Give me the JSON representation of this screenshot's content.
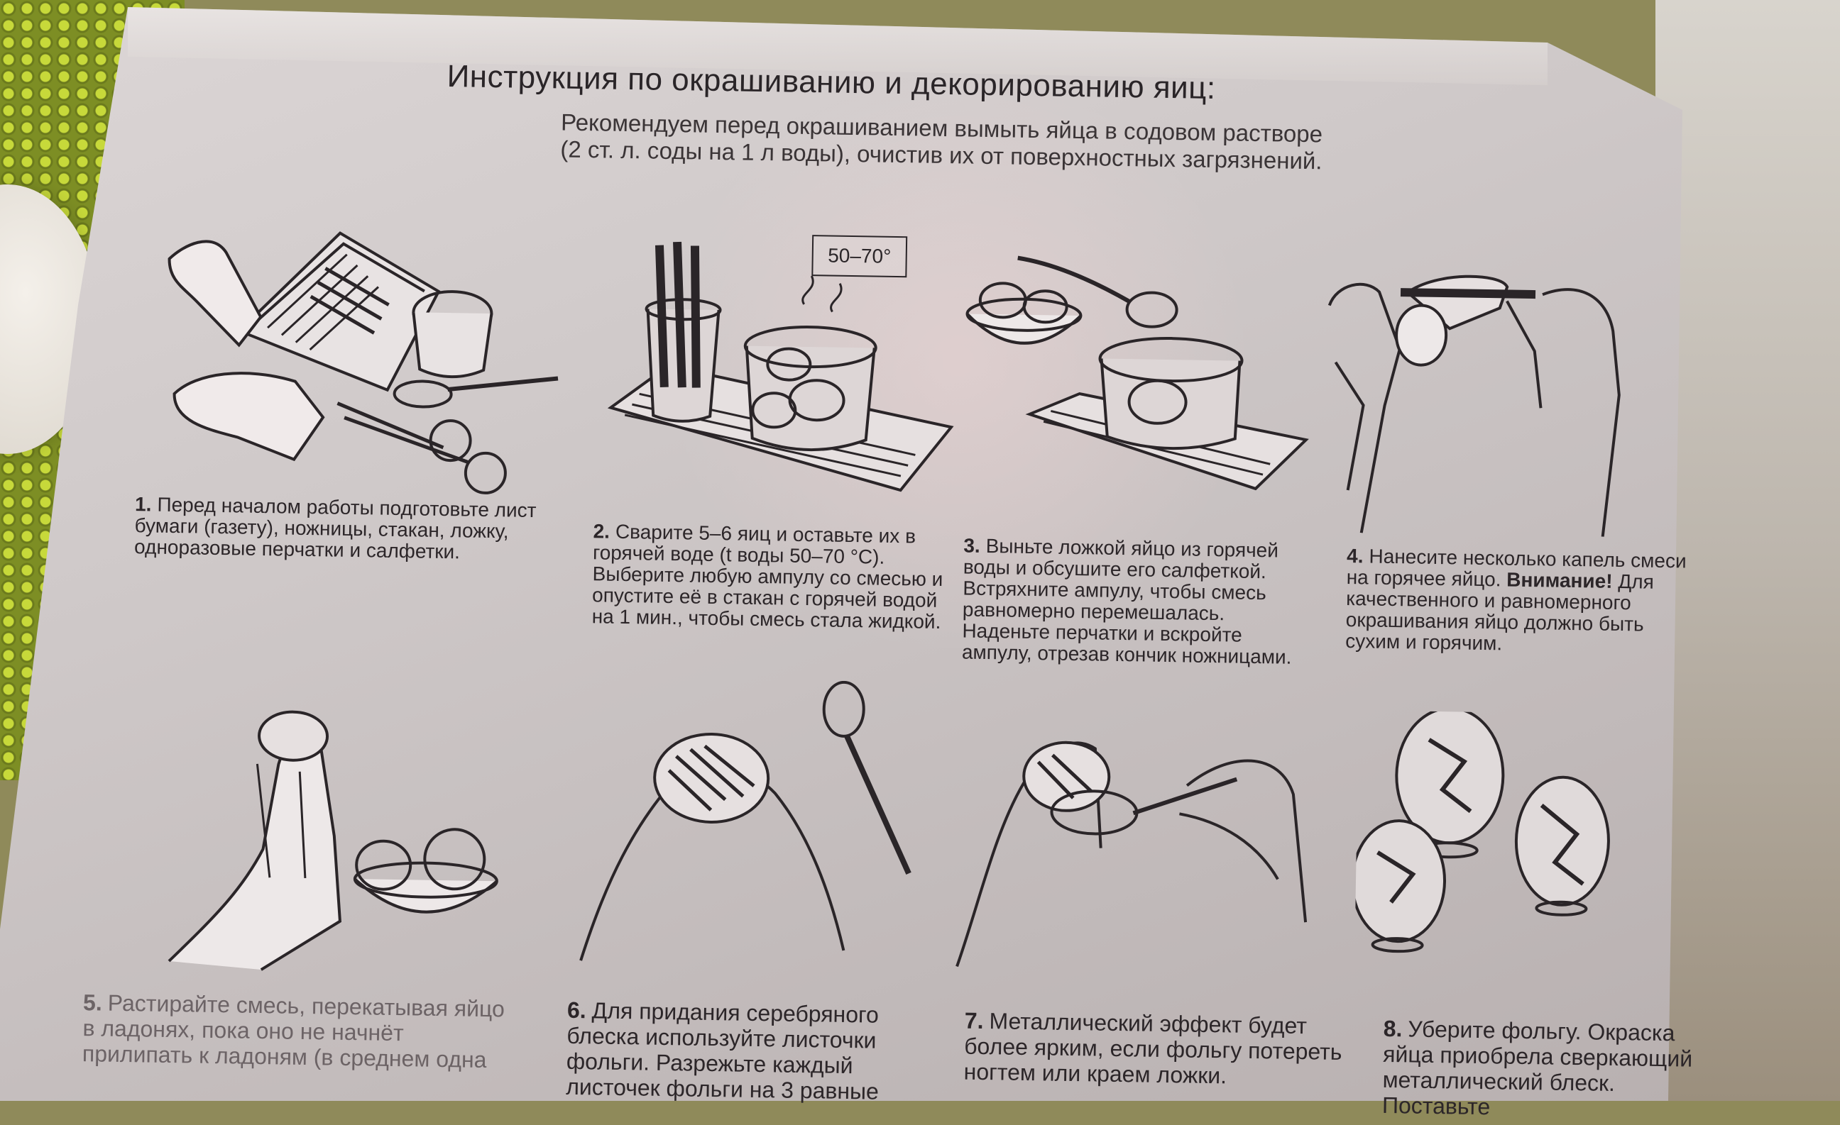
{
  "header": {
    "title": "Инструкция по окрашиванию и декорированию яиц:",
    "subtitle_1": "Рекомендуем перед окрашиванием вымыть яйца в содовом растворе",
    "subtitle_2": "(2 ст. л. соды на 1 л воды), очистив их от поверхностных загрязнений."
  },
  "temperature_label": "50–70°",
  "steps": [
    {
      "num": "1.",
      "text": "Перед началом работы подго­товьте лист бумаги (газету), ножницы, стакан, ложку, одноразовые перчатки и салфетки."
    },
    {
      "num": "2.",
      "text": "Сварите 5–6 яиц и оставьте их в горячей воде (t воды 50–70 °С). Выберите любую ампулу со смесью и опустите её в стакан с горячей водой на 1 мин., чтобы смесь стала жидкой."
    },
    {
      "num": "3.",
      "text": "Выньте ложкой яйцо из горячей воды и обсушите его салфеткой. Встряхните ампулу, чтобы смесь равномерно перемешалась. Наденьте перчатки и вскройте ампулу, отрезав кончик ножницами."
    },
    {
      "num": "4.",
      "text": "Нанесите несколько капель смеси на горячее яйцо.",
      "warning_label": "Внимание!",
      "warning_text": "Для качественно­го и равномерного окраши­вания яйцо должно быть сухим и горячим."
    },
    {
      "num": "5.",
      "text": "Растирайте смесь, перекатывая яйцо в ладонях, пока оно не начнёт прилипать к ладоням (в среднем одна"
    },
    {
      "num": "6.",
      "text": "Для придания серебряного блеска используйте листочки фольги. Разрежьте каждый листочек фольги на 3 равные"
    },
    {
      "num": "7.",
      "text": "Металлический эффект будет более ярким, если фольгу потереть ногтем или краем ложки."
    },
    {
      "num": "8.",
      "text": "Уберите фольгу. Окраска яйца приобрела сверкающий металличе­ский блеск. Поставьте"
    }
  ],
  "colors": {
    "ink": "#2a2528",
    "box": "#cfc9c9",
    "placemat": "#c7d93a"
  }
}
